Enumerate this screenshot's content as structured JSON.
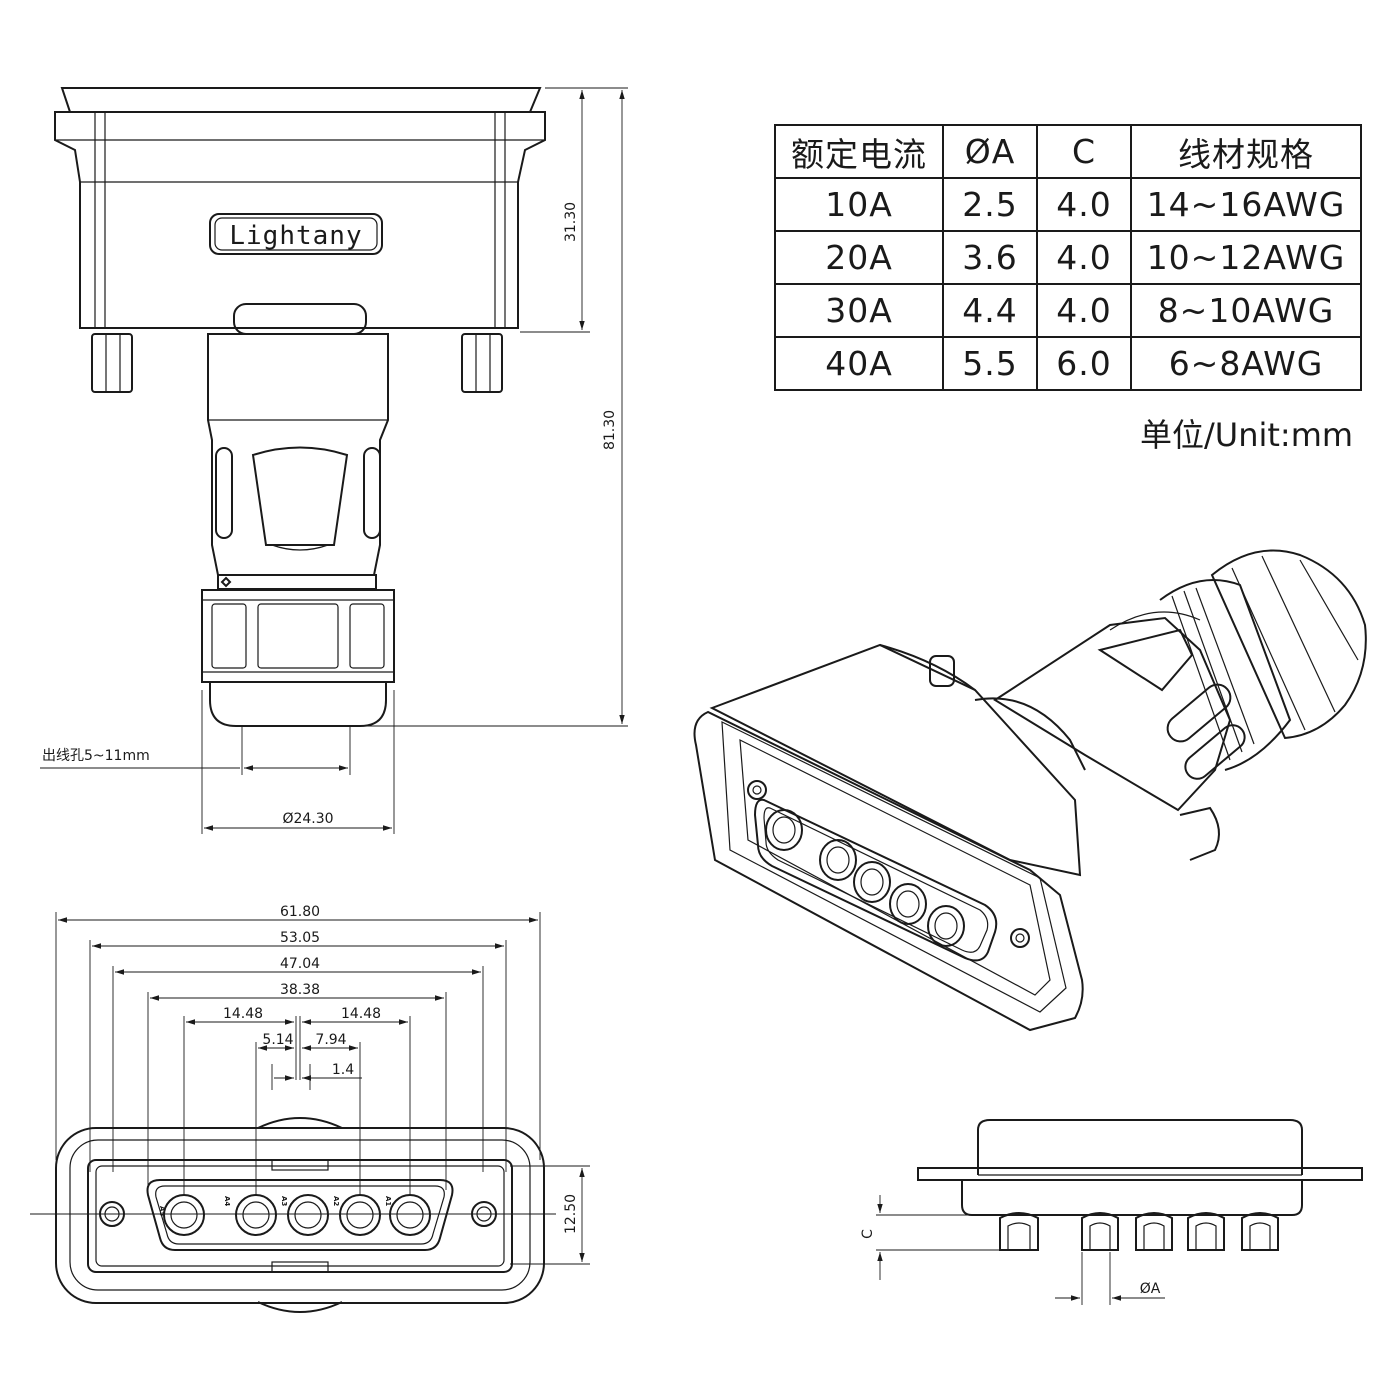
{
  "spec_table": {
    "headers": [
      "额定电流",
      "ØA",
      "C",
      "线材规格"
    ],
    "rows": [
      [
        "10A",
        "2.5",
        "4.0",
        "14~16AWG"
      ],
      [
        "20A",
        "3.6",
        "4.0",
        "10~12AWG"
      ],
      [
        "30A",
        "4.4",
        "4.0",
        "8~10AWG"
      ],
      [
        "40A",
        "5.5",
        "6.0",
        "6~8AWG"
      ]
    ]
  },
  "unit_label": "单位/Unit:mm",
  "brand_logo": "Lightany",
  "dimensions": {
    "height_top": "31.30",
    "height_total": "81.30",
    "cable_hole": "出线孔5~11mm",
    "diameter": "Ø24.30",
    "width_outer": "61.80",
    "width_holes": "53.05",
    "width_flange": "47.04",
    "width_shell": "38.38",
    "pitch_left": "14.48",
    "pitch_right": "14.48",
    "offset_left": "5.14",
    "offset_right": "7.94",
    "offset_small": "1.4",
    "face_height": "12.50",
    "pin_len_label": "C",
    "pin_dia_label": "ØA"
  },
  "pin_labels": [
    "A5",
    "A4",
    "A3",
    "A2",
    "A1"
  ]
}
